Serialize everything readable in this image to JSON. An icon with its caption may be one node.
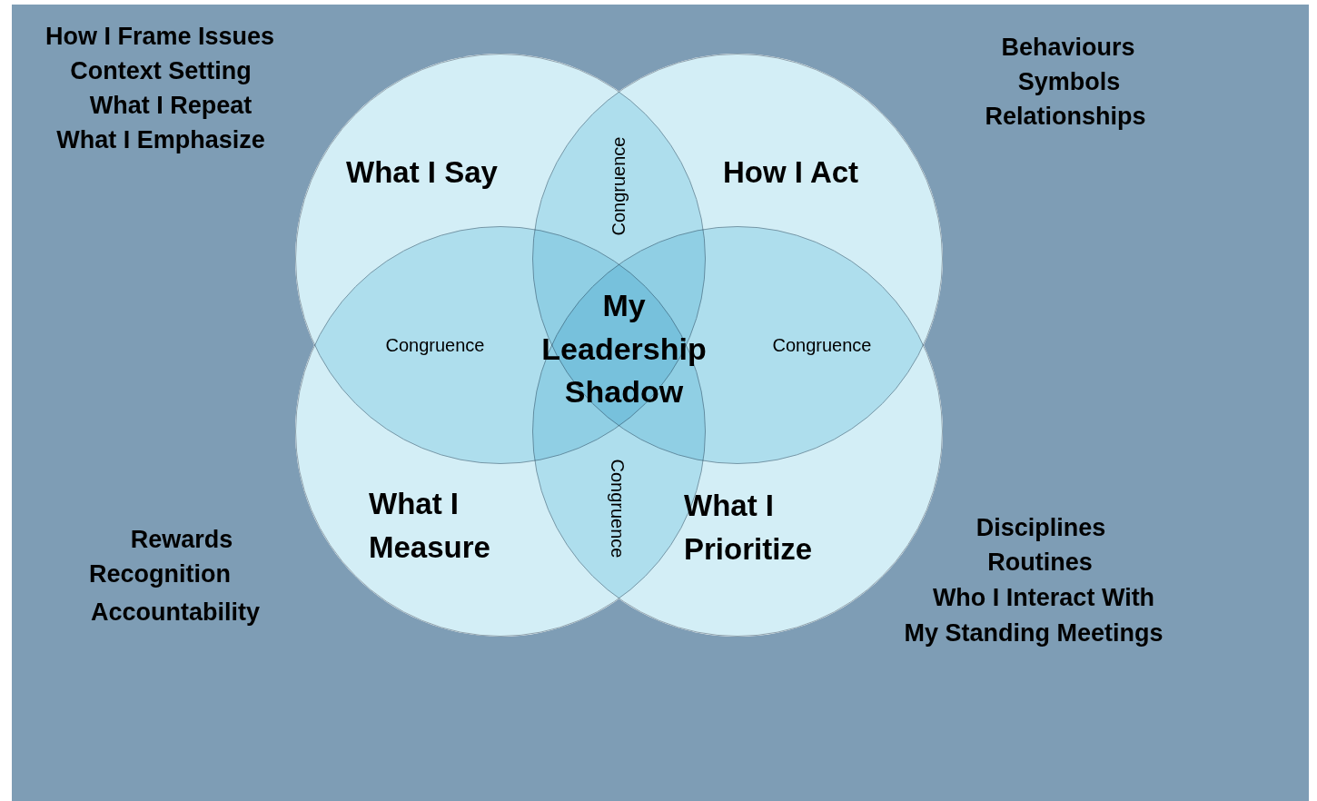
{
  "diagram": {
    "nodes": [
      {
        "text": [
          "What I Say"
        ]
      },
      {
        "text": [
          "How I Act"
        ]
      },
      {
        "text": [
          "What I Measure"
        ]
      },
      {
        "text": [
          "What I Prioritize"
        ]
      }
    ],
    "labels": [
      "How I Frame Issues",
      "Context Setting",
      "What I Repeat",
      "What I Emphasize",
      "Behaviours",
      "Symbols",
      "Relationships",
      "Congruence",
      "Congruence",
      "My Leadership Shadow",
      "Congruence",
      "Congruence",
      "Rewards",
      "Recognition",
      "Accountability",
      "Disciplines",
      "Routines",
      "Who I Interact With",
      "My Standing Meetings"
    ]
  }
}
